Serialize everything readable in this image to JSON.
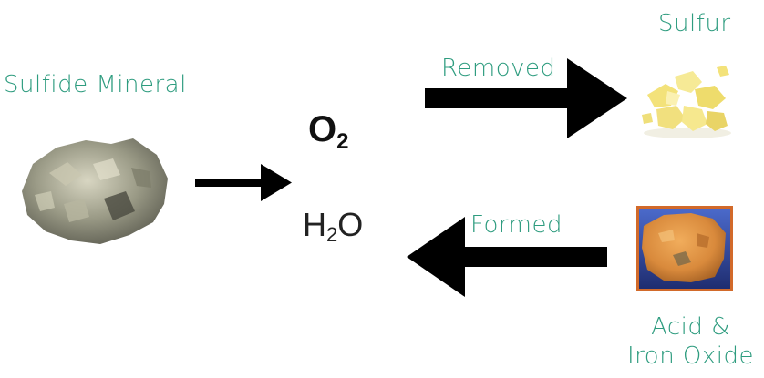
{
  "diagram": {
    "labels": {
      "sulfide_mineral": "Sulfide Mineral",
      "sulfur": "Sulfur",
      "removed": "Removed",
      "formed": "Formed",
      "acid_line1": "Acid &",
      "acid_line2": "Iron Oxide"
    },
    "chemicals": {
      "oxygen": {
        "base": "O",
        "subscript": "2"
      },
      "water": {
        "prefix": "H",
        "subscript": "2",
        "suffix": "O"
      }
    },
    "colors": {
      "label_text": "#2e9c7f",
      "arrow": "#000000",
      "sulfur_yellow": "#f2e27a",
      "pyrite_gray": "#9a9a86",
      "iron_oxide_orange": "#d98a3c",
      "photo_backdrop_blue": "#2b3f8f"
    },
    "images": {
      "mineral": "sulfide-mineral-rock",
      "sulfur": "sulfur-crystals",
      "iron_oxide": "iron-oxide-rock-photo"
    }
  }
}
